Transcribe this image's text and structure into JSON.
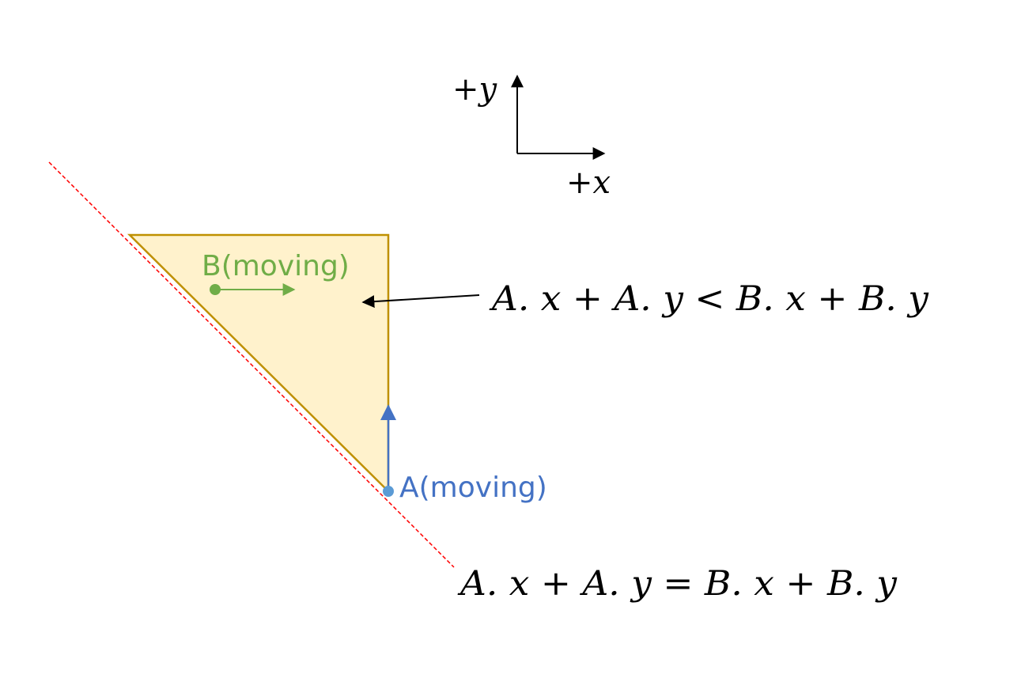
{
  "axes": {
    "y_label": "+y",
    "x_label": "+x"
  },
  "points": {
    "A": {
      "label": "A(moving)",
      "color": "#4472C4"
    },
    "B": {
      "label": "B(moving)",
      "color": "#70AD47"
    }
  },
  "region": {
    "fill_color": "#FFF2CC",
    "stroke_color": "#BF9000"
  },
  "boundary_line": {
    "color": "#FF0000"
  },
  "equations": {
    "inequality": "A. x + A. y < B. x + B. y",
    "equality": "A. x + A. y = B. x + B. y"
  }
}
